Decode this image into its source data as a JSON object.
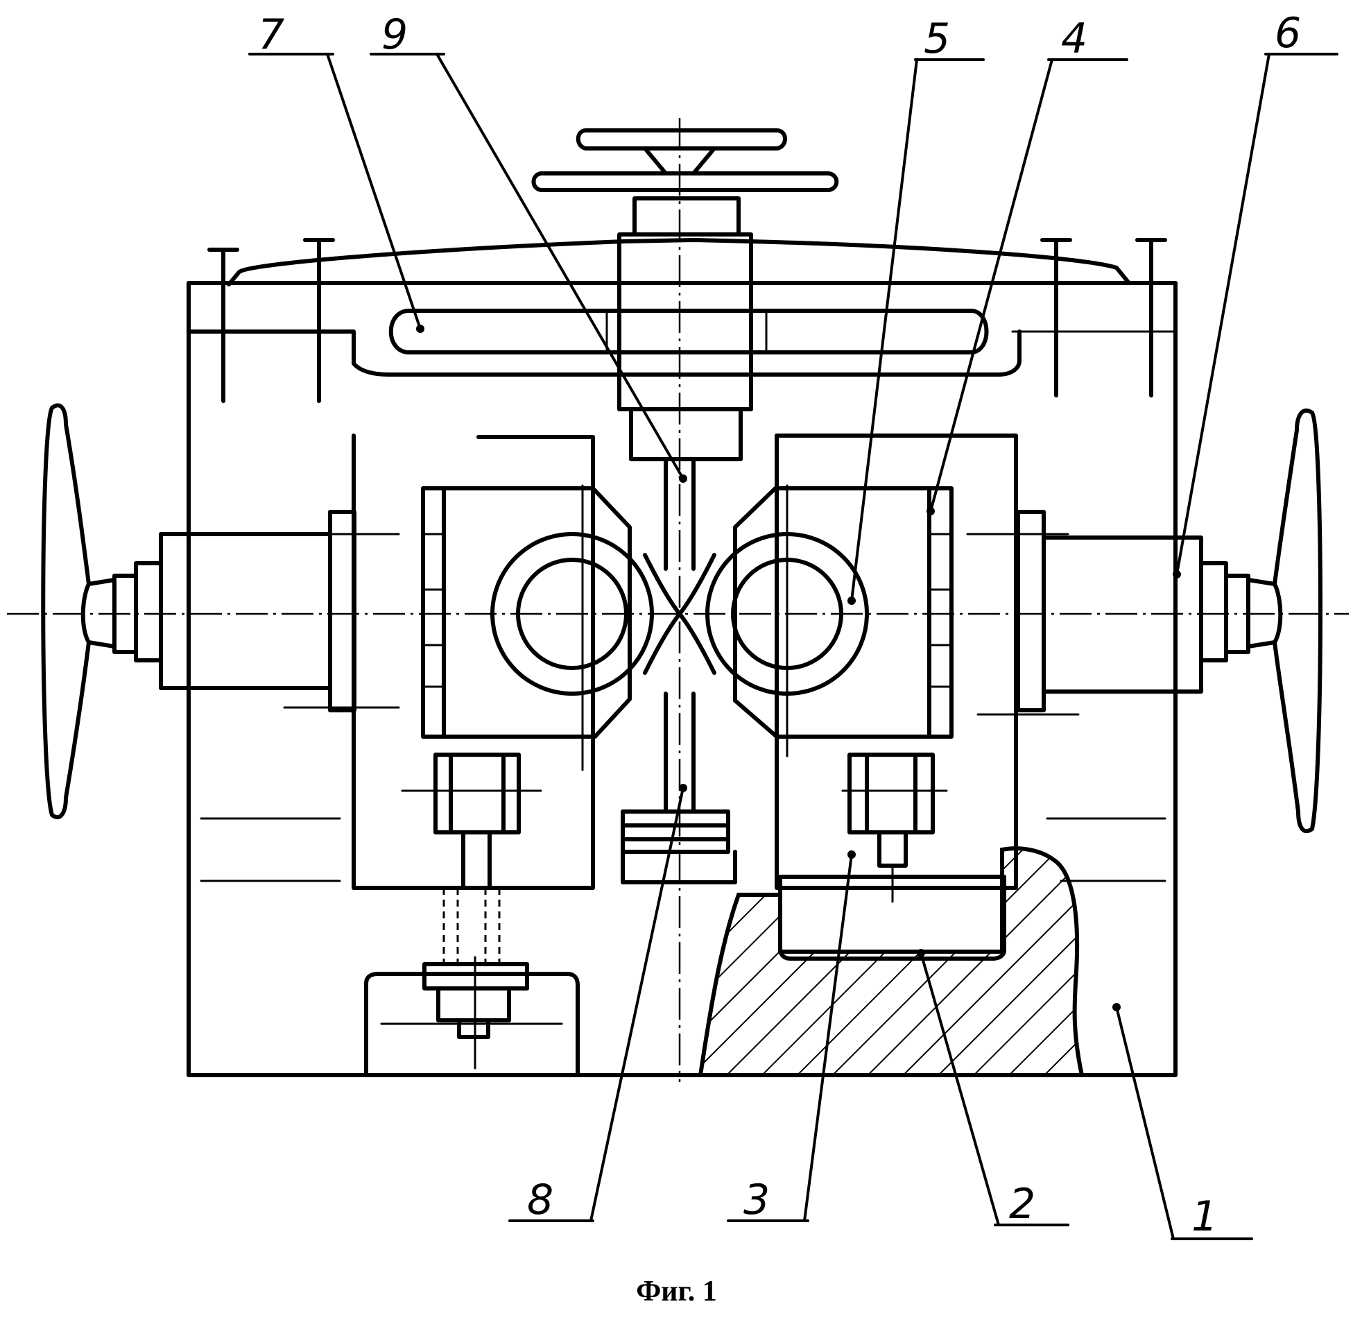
{
  "figure": {
    "caption": "Фиг. 1",
    "callouts": [
      {
        "id": "c1",
        "label": "1"
      },
      {
        "id": "c2",
        "label": "2"
      },
      {
        "id": "c3",
        "label": "3"
      },
      {
        "id": "c4",
        "label": "4"
      },
      {
        "id": "c5",
        "label": "5"
      },
      {
        "id": "c6",
        "label": "6"
      },
      {
        "id": "c7",
        "label": "7"
      },
      {
        "id": "c8",
        "label": "8"
      },
      {
        "id": "c9",
        "label": "9"
      }
    ]
  }
}
